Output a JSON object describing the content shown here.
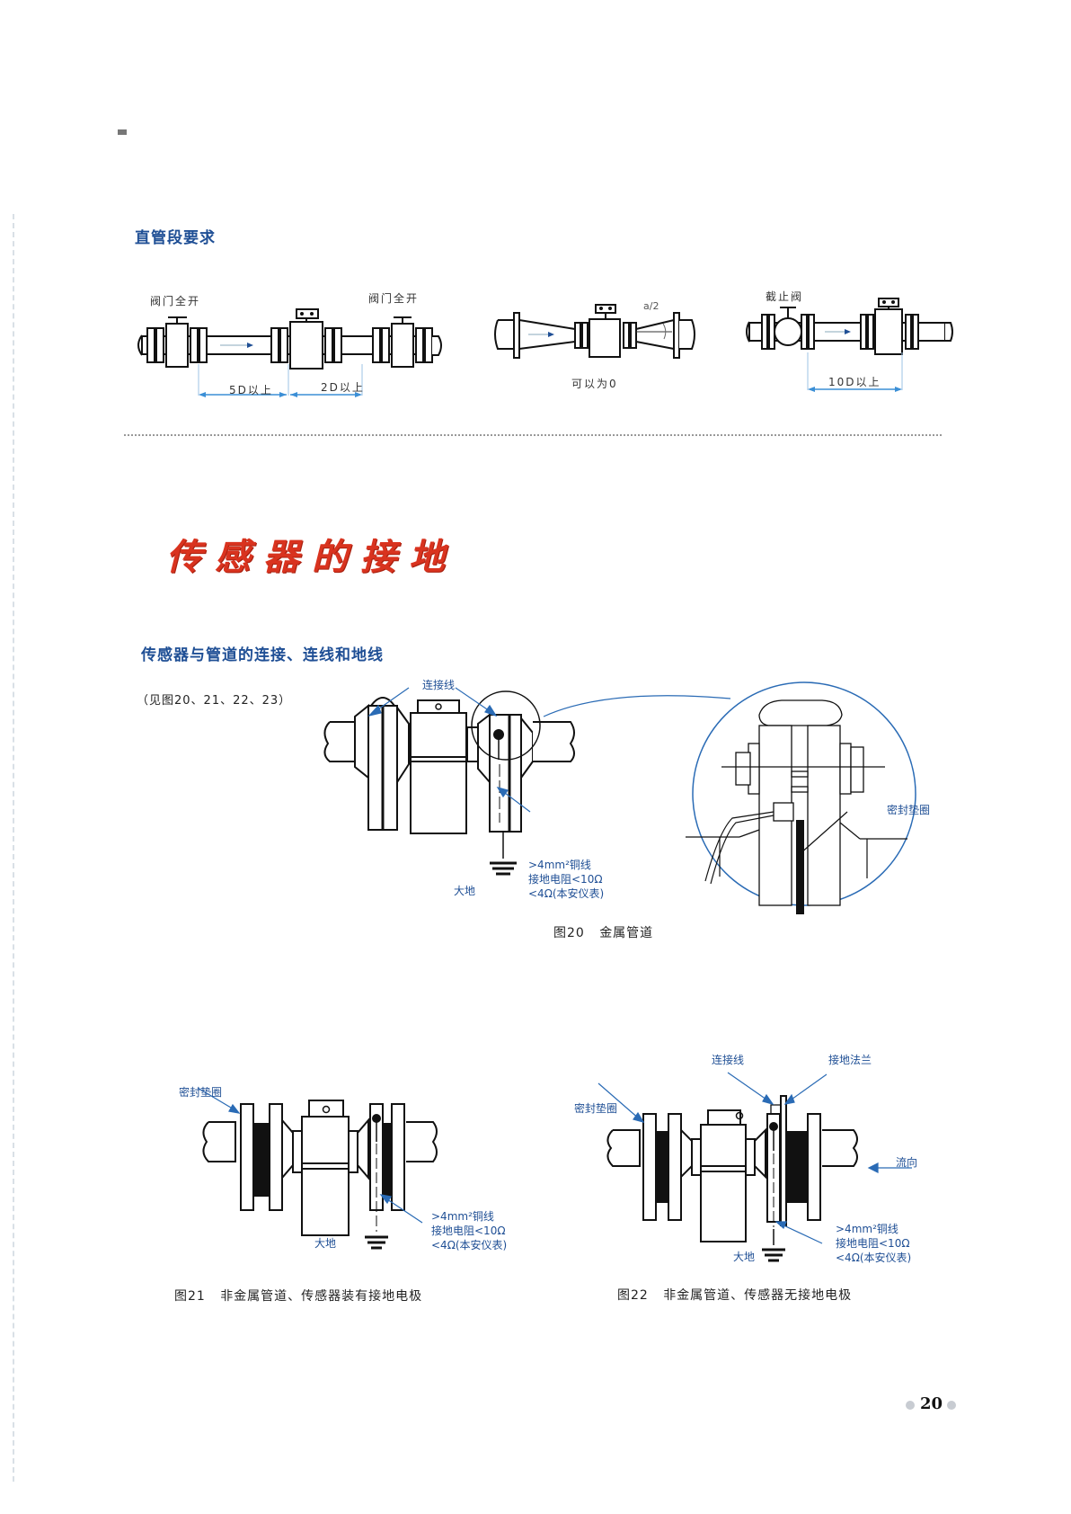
{
  "section_straight_pipe": {
    "title": "直管段要求",
    "diagram1": {
      "valve_left_label": "阀门全开",
      "valve_right_label": "阀门全开",
      "dim_upstream": "5D以上",
      "dim_downstream": "2D以上"
    },
    "diagram2": {
      "angle_label": "a/2",
      "caption": "可以为0"
    },
    "diagram3": {
      "valve_label": "截止阀",
      "dim_upstream": "10D以上"
    }
  },
  "section_grounding": {
    "title": "传感器的接地",
    "subtitle": "传感器与管道的连接、连线和地线",
    "note": "（见图20、21、22、23）"
  },
  "figure20": {
    "label_connection_wire": "连接线",
    "label_gasket": "密封垫圈",
    "label_earth": "大地",
    "spec_lines": [
      ">4mm²铜线",
      "接地电阻<10Ω",
      "<4Ω(本安仪表)"
    ],
    "caption_num": "图20",
    "caption_text": "金属管道"
  },
  "figure21": {
    "label_gasket": "密封垫圈",
    "label_earth": "大地",
    "spec_lines": [
      ">4mm²铜线",
      "接地电阻<10Ω",
      "<4Ω(本安仪表)"
    ],
    "caption_num": "图21",
    "caption_text": "非金属管道、传感器装有接地电极"
  },
  "figure22": {
    "label_connection_wire": "连接线",
    "label_ground_flange": "接地法兰",
    "label_gasket": "密封垫圈",
    "label_flow_direction": "流向",
    "label_earth": "大地",
    "spec_lines": [
      ">4mm²铜线",
      "接地电阻<10Ω",
      "<4Ω(本安仪表)"
    ],
    "caption_num": "图22",
    "caption_text": "非金属管道、传感器无接地电极"
  },
  "footer": {
    "page_number": "20"
  },
  "colors": {
    "heading_blue": "#1f4f95",
    "title_red": "#d9331f",
    "arrow_blue": "#2a6bb5",
    "dimension_blue": "#3b8fd6"
  }
}
